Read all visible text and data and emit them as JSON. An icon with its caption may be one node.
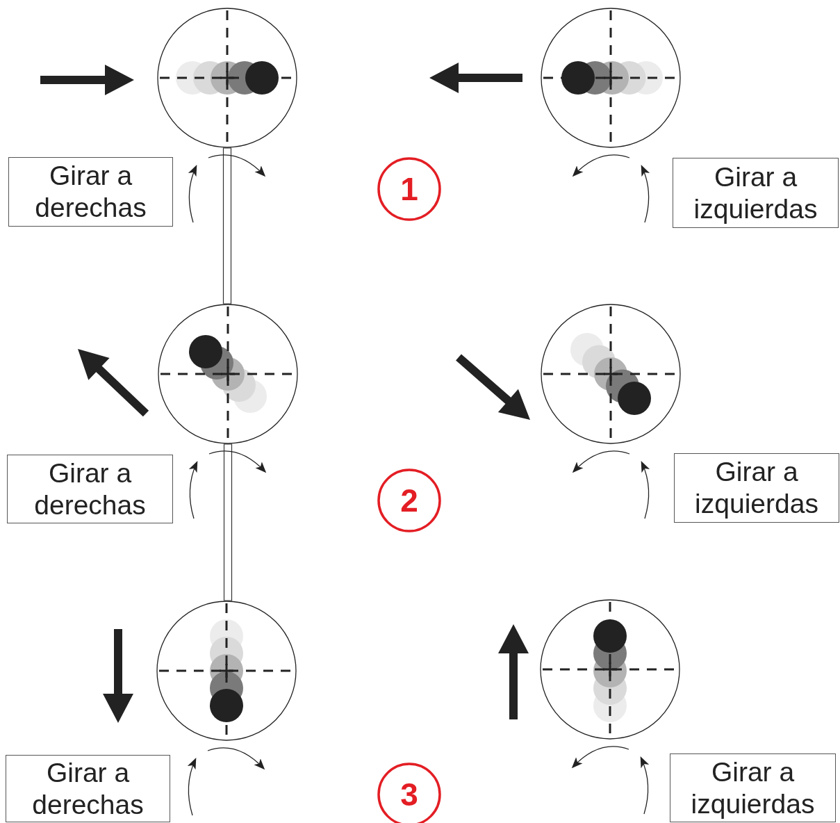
{
  "diagram": {
    "nodes": [
      {
        "text": [],
        "shape": "circle"
      },
      {
        "text": [],
        "shape": "circle"
      },
      {
        "text": [
          "Girar a derechas"
        ]
      },
      {
        "text": [
          "1"
        ]
      },
      {
        "text": [
          "Girar a izquierdas"
        ]
      },
      {
        "text": [],
        "shape": "circle"
      },
      {
        "text": [],
        "shape": "circle"
      },
      {
        "text": [
          "Girar a derechas"
        ]
      },
      {
        "text": [
          "2"
        ]
      },
      {
        "text": [
          "Girar a izquierdas"
        ]
      },
      {
        "text": [],
        "shape": "circle"
      },
      {
        "text": [],
        "shape": "circle"
      },
      {
        "text": [
          "Girar a derechas"
        ]
      },
      {
        "text": [
          "3"
        ]
      },
      {
        "text": [
          "Girar a izquierdas"
        ]
      }
    ],
    "edges": [
      {
        "from": 0,
        "to": 5,
        "arrow": "none"
      },
      {
        "from": 5,
        "to": 10,
        "arrow": "none"
      }
    ]
  }
}
